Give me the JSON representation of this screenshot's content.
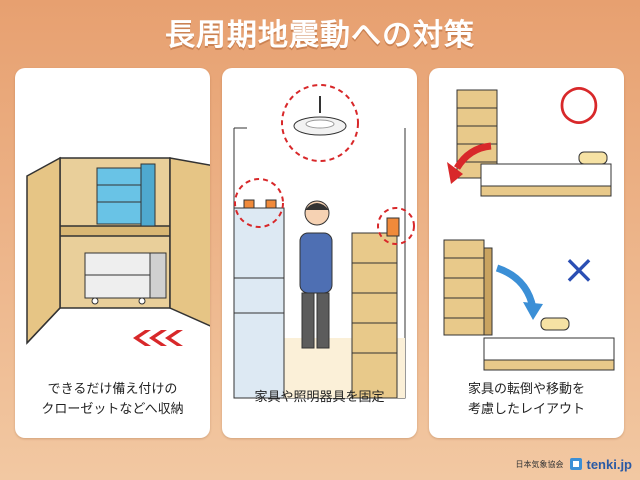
{
  "title": "長周期地震動への対策",
  "panels": [
    {
      "caption_line1": "できるだけ備え付けの",
      "caption_line2": "クローゼットなどへ収納"
    },
    {
      "caption_line1": "家具や照明器具を固定",
      "caption_line2": ""
    },
    {
      "caption_line1": "家具の転倒や移動を",
      "caption_line2": "考慮したレイアウト"
    }
  ],
  "marks": {
    "good": "○",
    "bad": "×"
  },
  "footer": {
    "org": "日本気象協会",
    "brand": "tenki.jp"
  },
  "colors": {
    "accent_red": "#d8282a",
    "wood": "#e8c98a",
    "box_blue": "#69c3e6",
    "mark_blue": "#2b4fb4"
  }
}
